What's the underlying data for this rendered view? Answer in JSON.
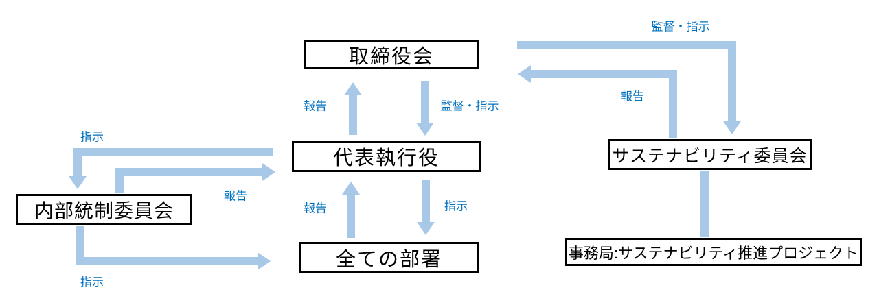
{
  "diagram": {
    "title": "governance-structure-diagram",
    "boxes": {
      "board": {
        "label": "取締役会"
      },
      "ceo": {
        "label": "代表執行役"
      },
      "departments": {
        "label": "全ての部署"
      },
      "internal_control": {
        "label": "内部統制委員会"
      },
      "sustainability": {
        "label": "サステナビリティ委員会"
      },
      "secretariat": {
        "label": "事務局:サステナビリティ推進プロジェクト"
      }
    },
    "edge_labels": {
      "report_ceo_to_board": "報告",
      "supervise_board_to_ceo": "監督・指示",
      "report_depts_to_ceo": "報告",
      "instruct_ceo_to_depts": "指示",
      "instruct_ceo_to_internal": "指示",
      "report_internal_to_ceo": "報告",
      "instruct_internal_to_depts": "指示",
      "supervise_board_to_sustainability": "監督・指示",
      "report_sustainability_to_board": "報告"
    },
    "colors": {
      "arrow": "#A8C8E8",
      "label": "#0070C0",
      "box_border": "#000000",
      "box_bg": "#FFFFFF"
    }
  }
}
